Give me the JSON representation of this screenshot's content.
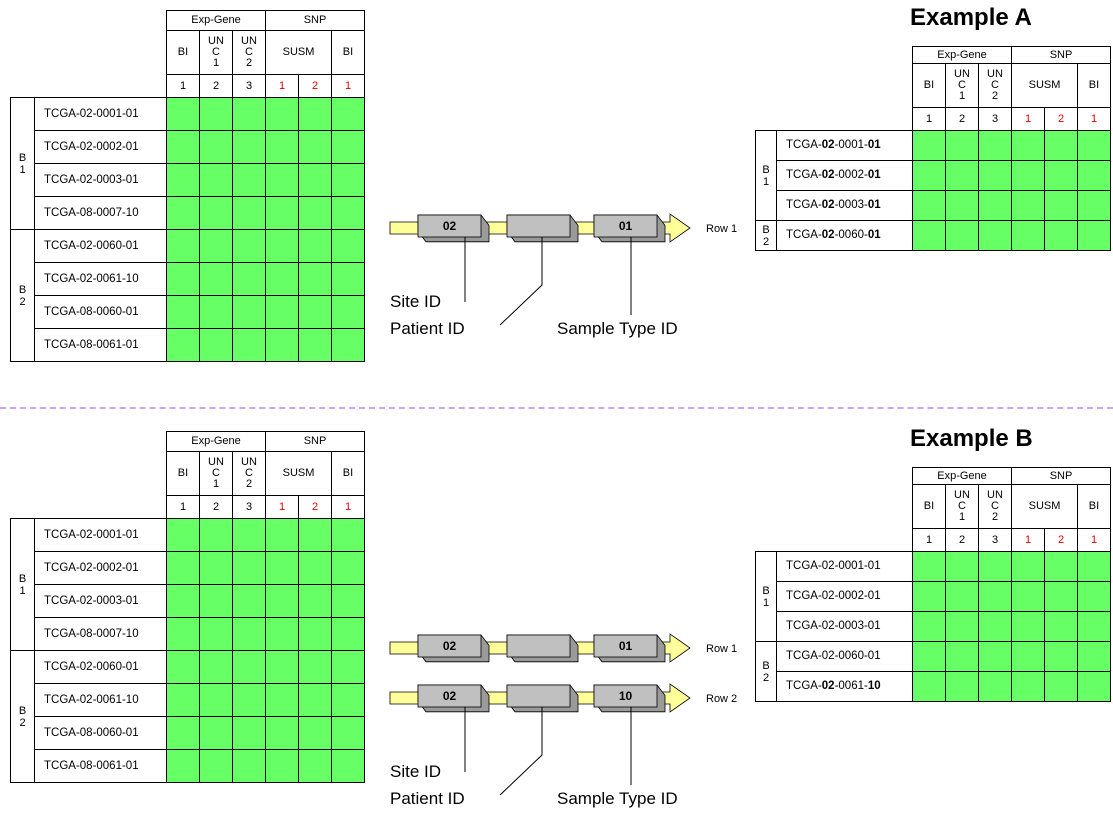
{
  "header": {
    "exp_gene": "Exp-Gene",
    "snp": "SNP",
    "bi": "BI",
    "unc1": [
      "UN",
      "C",
      "1"
    ],
    "unc2": [
      "UN",
      "C",
      "2"
    ],
    "susm": "SUSM",
    "indices": [
      "1",
      "2",
      "3",
      "1",
      "2",
      "1"
    ]
  },
  "colors": {
    "cell_fill": "#66ff66",
    "red_index": "#e00000",
    "divider": "#c8a8f0",
    "arrow_fill": "#ffff99",
    "block_fill": "#c0c0c0"
  },
  "examples": [
    {
      "title": "Example A",
      "full_table": {
        "batches": [
          {
            "label": [
              "B",
              "1"
            ],
            "rows": [
              "TCGA-02-0001-01",
              "TCGA-02-0002-01",
              "TCGA-02-0003-01",
              "TCGA-08-0007-10"
            ]
          },
          {
            "label": [
              "B",
              "2"
            ],
            "rows": [
              "TCGA-02-0060-01",
              "TCGA-02-0061-10",
              "TCGA-08-0060-01",
              "TCGA-08-0061-01"
            ]
          }
        ]
      },
      "result_table": {
        "batches": [
          {
            "label": [
              "B",
              "1"
            ],
            "rows": [
              [
                [
                  "TCGA-",
                  false
                ],
                [
                  "02",
                  true
                ],
                [
                  "-0001-",
                  false
                ],
                [
                  "01",
                  true
                ]
              ],
              [
                [
                  "TCGA-",
                  false
                ],
                [
                  "02",
                  true
                ],
                [
                  "-0002-",
                  false
                ],
                [
                  "01",
                  true
                ]
              ],
              [
                [
                  "TCGA-",
                  false
                ],
                [
                  "02",
                  true
                ],
                [
                  "-0003-",
                  false
                ],
                [
                  "01",
                  true
                ]
              ]
            ]
          },
          {
            "label": [
              "B",
              "2"
            ],
            "rows": [
              [
                [
                  "TCGA-",
                  false
                ],
                [
                  "02",
                  true
                ],
                [
                  "-0060-",
                  false
                ],
                [
                  "01",
                  true
                ]
              ]
            ]
          }
        ]
      },
      "filters": [
        {
          "site": "02",
          "sample": "01",
          "row_label": "Row 1"
        }
      ],
      "labels": {
        "site": "Site ID",
        "patient": "Patient ID",
        "sample": "Sample Type ID"
      }
    },
    {
      "title": "Example B",
      "full_table": {
        "batches": [
          {
            "label": [
              "B",
              "1"
            ],
            "rows": [
              "TCGA-02-0001-01",
              "TCGA-02-0002-01",
              "TCGA-02-0003-01",
              "TCGA-08-0007-10"
            ]
          },
          {
            "label": [
              "B",
              "2"
            ],
            "rows": [
              "TCGA-02-0060-01",
              "TCGA-02-0061-10",
              "TCGA-08-0060-01",
              "TCGA-08-0061-01"
            ]
          }
        ]
      },
      "result_table": {
        "batches": [
          {
            "label": [
              "B",
              "1"
            ],
            "rows": [
              [
                [
                  "TCGA-02-0001-01",
                  false
                ]
              ],
              [
                [
                  "TCGA-02-0002-01",
                  false
                ]
              ],
              [
                [
                  "TCGA-02-0003-01",
                  false
                ]
              ]
            ]
          },
          {
            "label": [
              "B",
              "2"
            ],
            "rows": [
              [
                [
                  "TCGA-02-0060-01",
                  false
                ]
              ],
              [
                [
                  "TCGA-",
                  false
                ],
                [
                  "02",
                  true
                ],
                [
                  "-0061-",
                  false
                ],
                [
                  "10",
                  true
                ]
              ]
            ]
          }
        ]
      },
      "filters": [
        {
          "site": "02",
          "sample": "01",
          "row_label": "Row 1"
        },
        {
          "site": "02",
          "sample": "10",
          "row_label": "Row 2"
        }
      ],
      "labels": {
        "site": "Site ID",
        "patient": "Patient ID",
        "sample": "Sample Type ID"
      }
    }
  ]
}
